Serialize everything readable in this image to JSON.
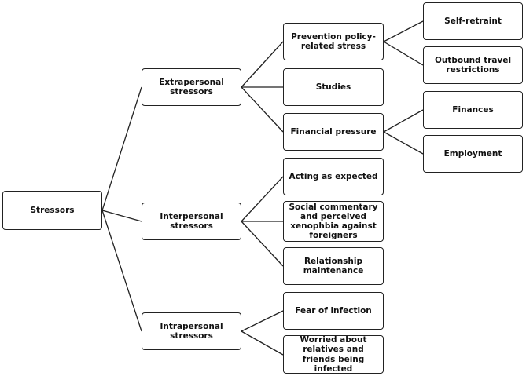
{
  "diagram": {
    "root": {
      "label": "Stressors"
    },
    "categories": [
      {
        "label": "Extrapersonal stressors",
        "children": [
          {
            "label": "Prevention policy-related stress",
            "children": [
              {
                "label": "Self-retraint"
              },
              {
                "label": "Outbound travel restrictions"
              }
            ]
          },
          {
            "label": "Studies",
            "children": []
          },
          {
            "label": "Financial pressure",
            "children": [
              {
                "label": "Finances"
              },
              {
                "label": "Employment"
              }
            ]
          }
        ]
      },
      {
        "label": "Interpersonal stressors",
        "children": [
          {
            "label": "Acting as expected",
            "children": []
          },
          {
            "label": "Social commentary and perceived xenophbia against foreigners",
            "children": []
          },
          {
            "label": "Relationship maintenance",
            "children": []
          }
        ]
      },
      {
        "label": "Intrapersonal stressors",
        "children": [
          {
            "label": "Fear of infection",
            "children": []
          },
          {
            "label": "Worried about relatives and friends being infected",
            "children": []
          }
        ]
      }
    ]
  }
}
